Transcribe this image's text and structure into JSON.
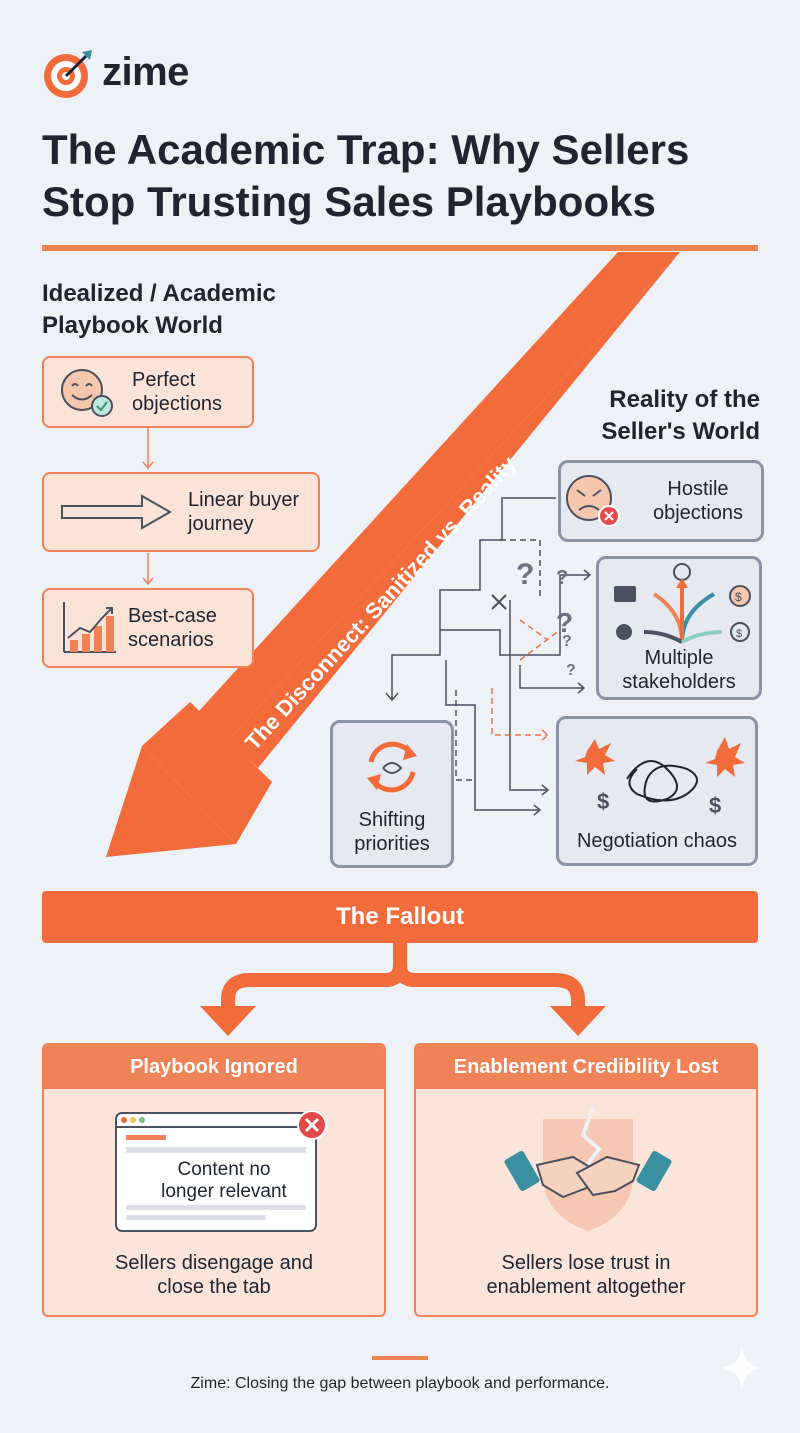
{
  "brand": {
    "name": "zime"
  },
  "title": "The Academic Trap: Why Sellers Stop Trusting Sales Playbooks",
  "playbook_world": {
    "heading": "Idealized / Academic Playbook World",
    "items": [
      {
        "label": "Perfect objections",
        "icon": "smiley-check-icon"
      },
      {
        "label": "Linear buyer journey",
        "icon": "straight-arrow-icon"
      },
      {
        "label": "Best-case scenarios",
        "icon": "rising-bar-chart-icon"
      }
    ]
  },
  "disconnect": {
    "label": "The Disconnect: Sanitized vs. Reality"
  },
  "seller_world": {
    "heading": "Reality of the Seller's World",
    "items": [
      {
        "label": "Hostile objections",
        "icon": "angry-face-icon"
      },
      {
        "label": "Multiple stakeholders",
        "icon": "diverging-arrows-icon"
      },
      {
        "label": "Shifting priorities",
        "icon": "cycle-arrows-icon"
      },
      {
        "label": "Negotiation chaos",
        "icon": "tangle-icon"
      }
    ]
  },
  "fallout": {
    "heading": "The Fallout",
    "cards": [
      {
        "title": "Playbook Ignored",
        "inner_text": "Content no longer relevant",
        "caption": "Sellers disengage and close the tab",
        "icon": "browser-window-close-icon"
      },
      {
        "title": "Enablement Credibility Lost",
        "caption": "Sellers lose trust in enablement altogether",
        "icon": "broken-handshake-icon"
      }
    ]
  },
  "footer": "Zime: Closing the gap between playbook and performance.",
  "colors": {
    "accent": "#f26b3a",
    "accent_soft": "#fbe3d7",
    "neutral_box": "#e6e9ef",
    "background": "#eef1f6",
    "text": "#1f2530"
  }
}
